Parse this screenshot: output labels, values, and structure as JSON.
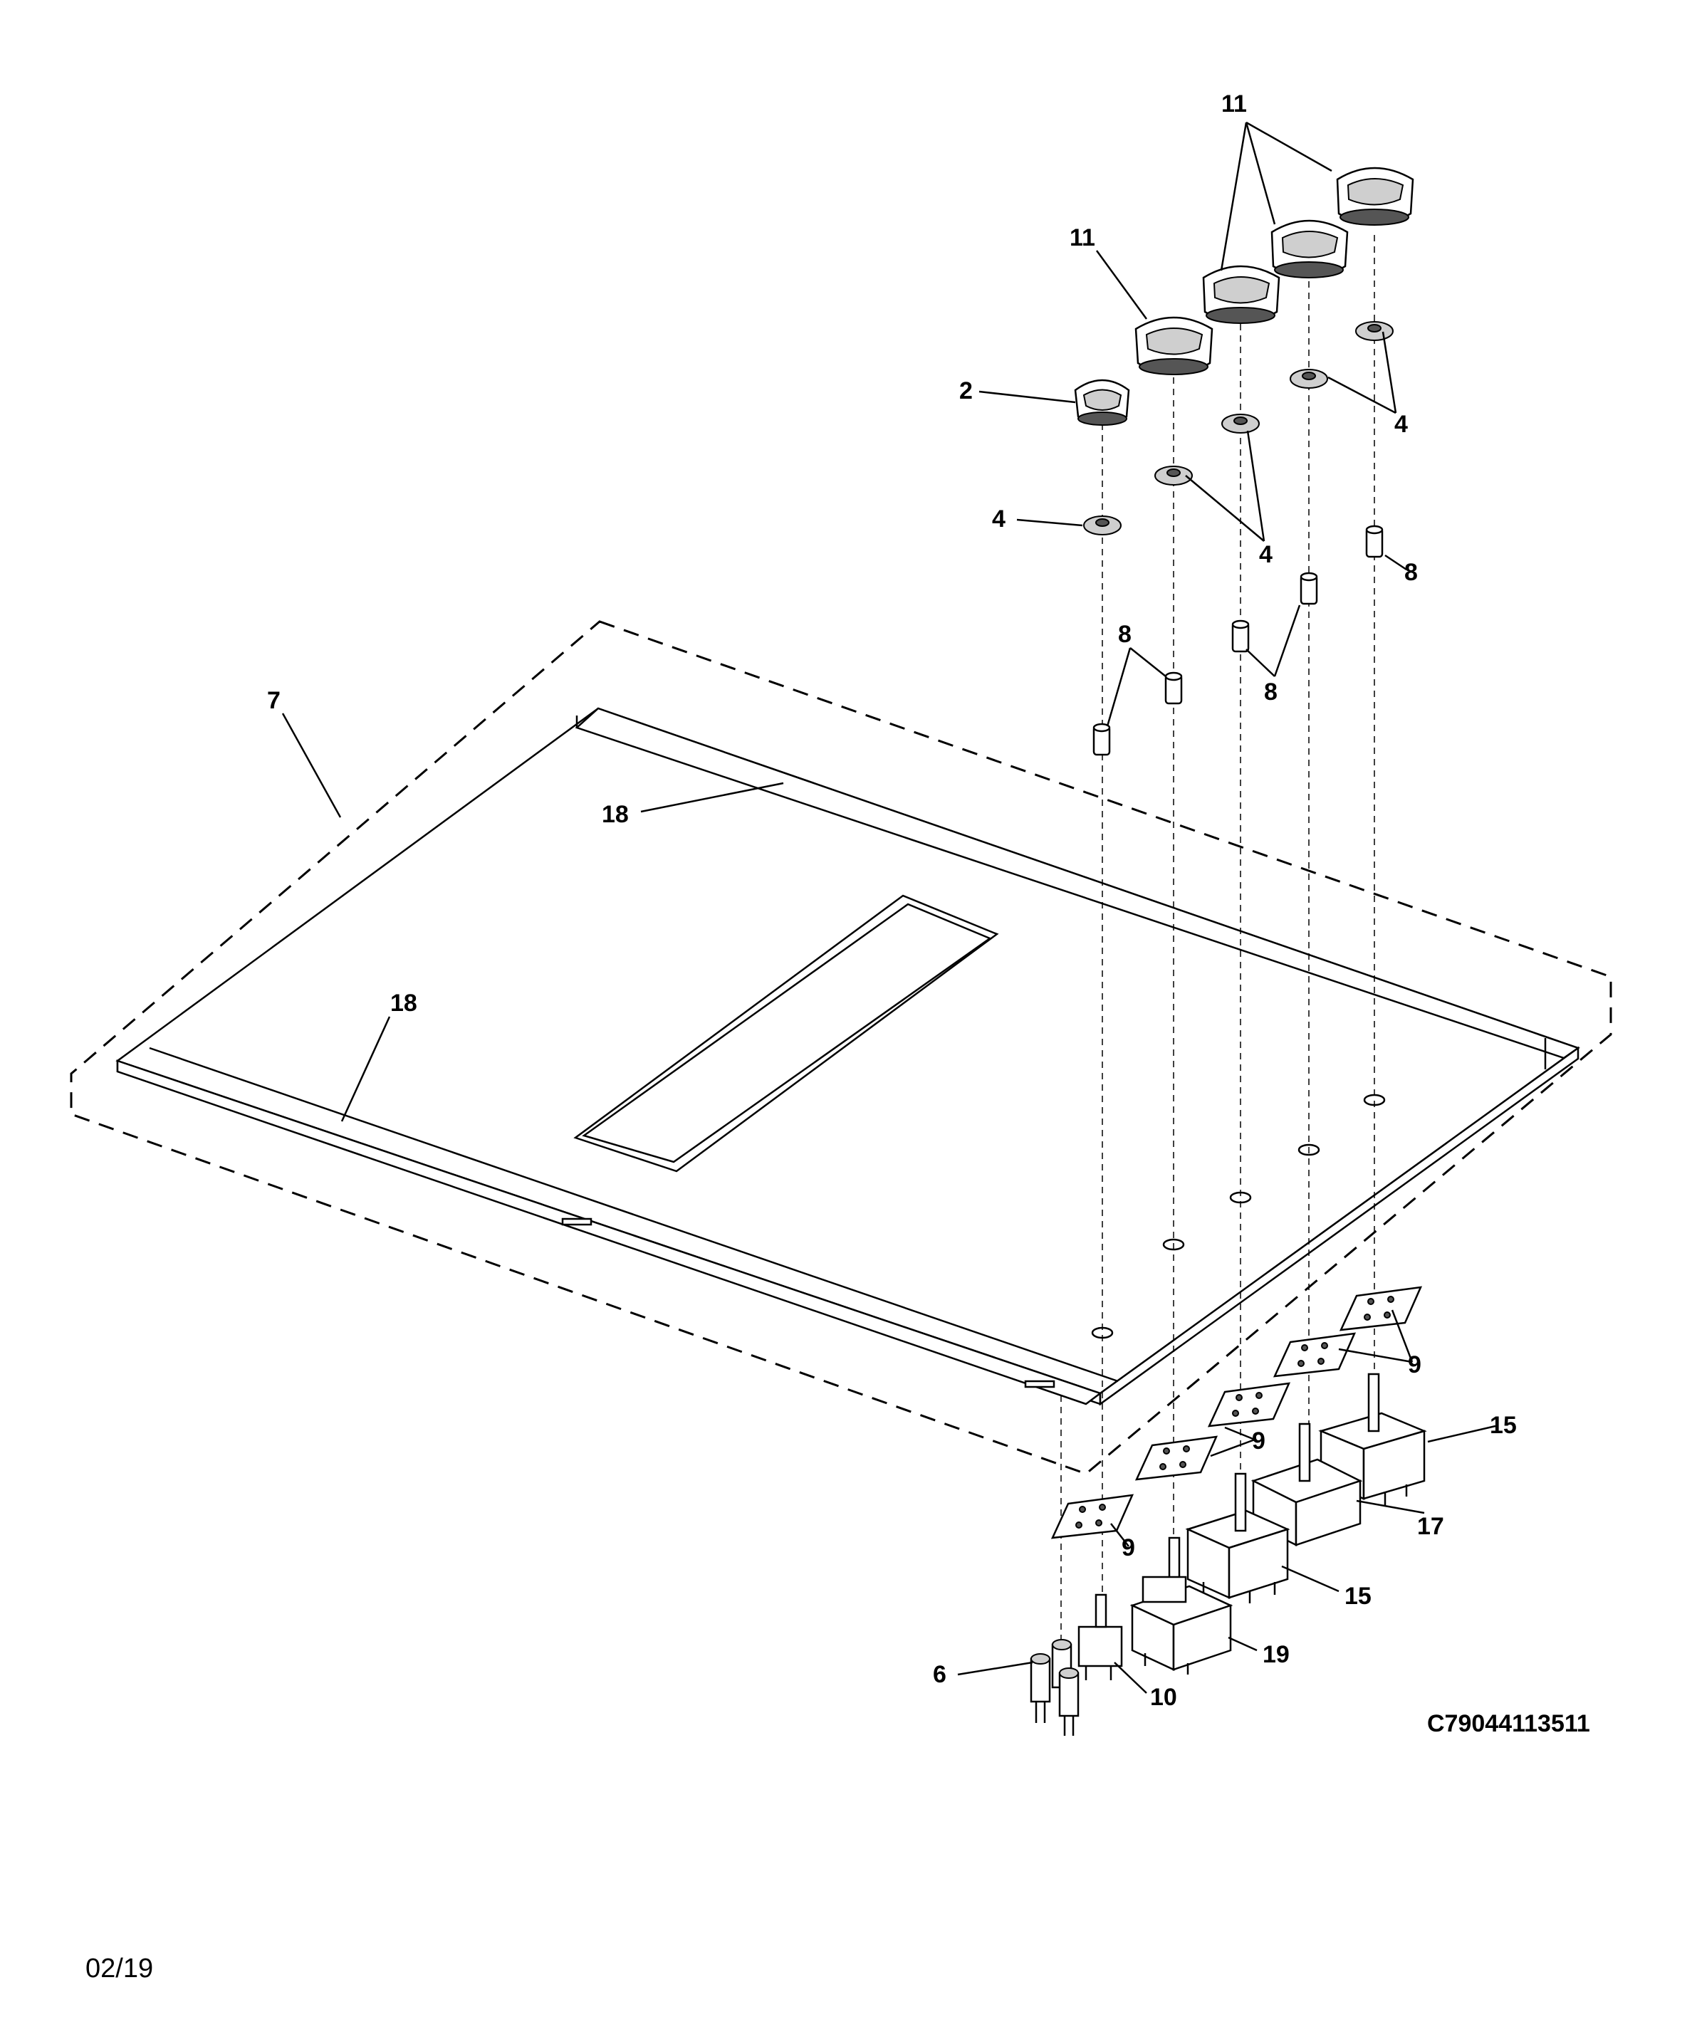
{
  "callouts": {
    "c2": "2",
    "c4a": "4",
    "c4b": "4",
    "c4c": "4",
    "c6": "6",
    "c7": "7",
    "c8a": "8",
    "c8b": "8",
    "c8c": "8",
    "c9a": "9",
    "c9b": "9",
    "c9c": "9",
    "c10": "10",
    "c11a": "11",
    "c11b": "11",
    "c15a": "15",
    "c15b": "15",
    "c17": "17",
    "c18a": "18",
    "c18b": "18",
    "c19": "19"
  },
  "drawing_code": "C79044113511",
  "revision_date": "02/19"
}
